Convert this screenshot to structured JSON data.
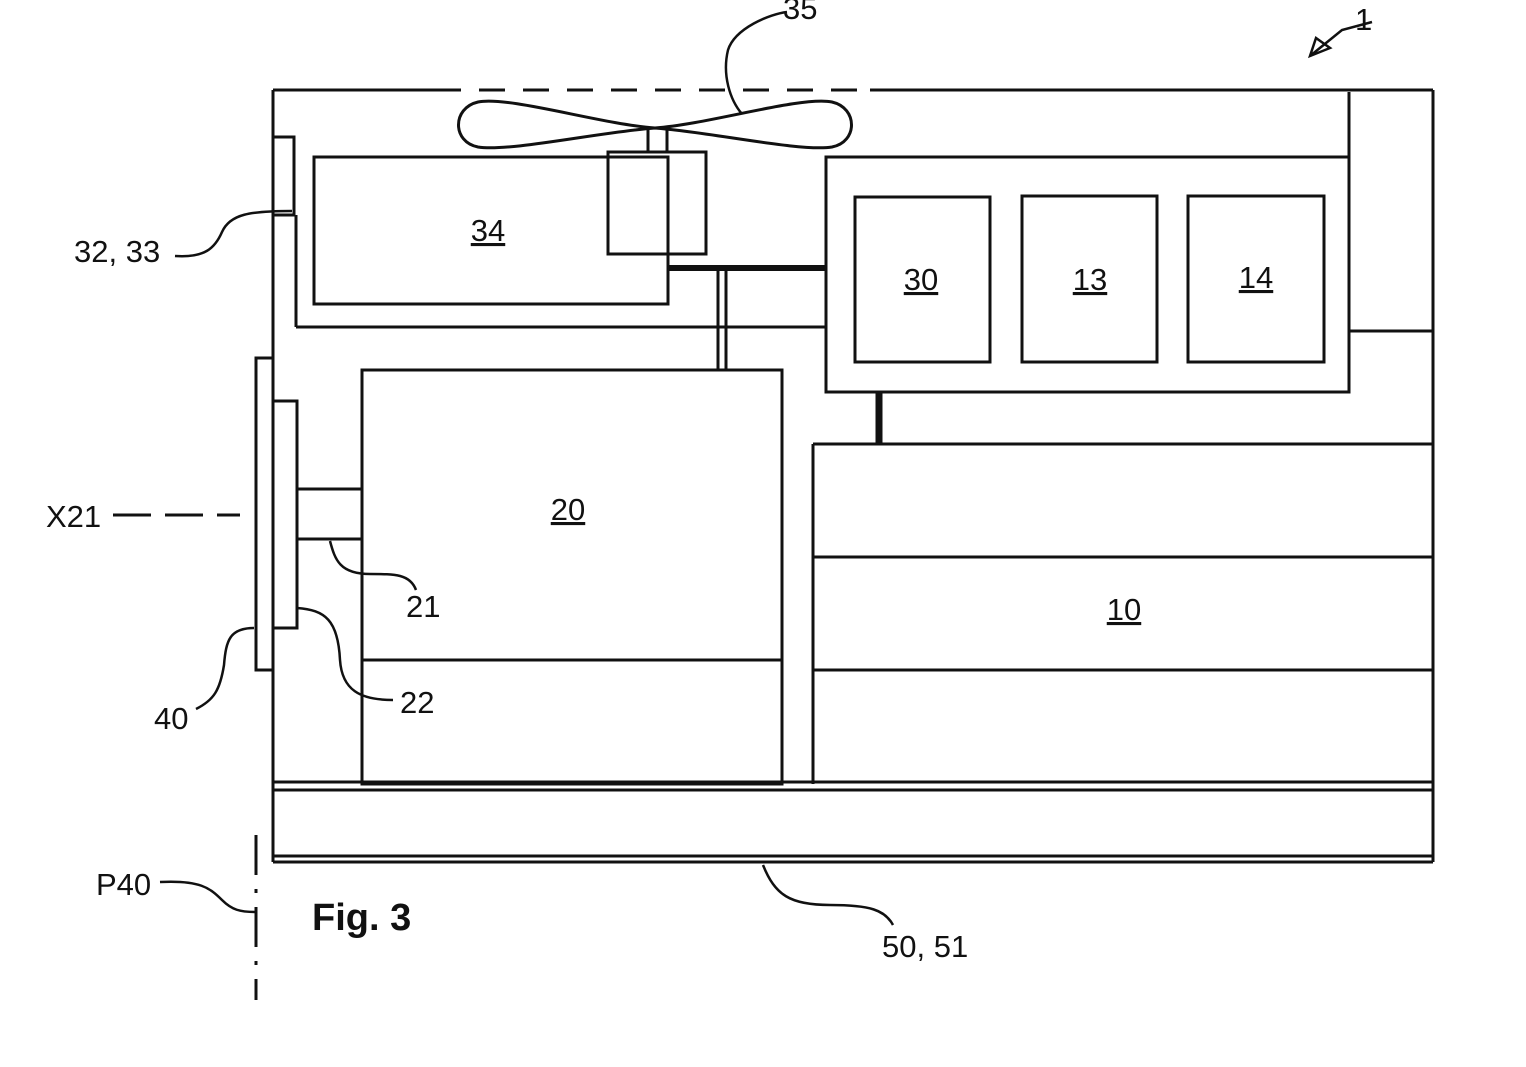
{
  "figure": {
    "caption": "Fig. 3",
    "colors": {
      "ink": "#111111",
      "background": "#ffffff"
    },
    "boxes": {
      "box_34": "34",
      "box_30": "30",
      "box_13": "13",
      "box_14": "14",
      "box_20": "20",
      "box_10": "10"
    },
    "reference_labels": {
      "ref_1": "1",
      "ref_35": "35",
      "ref_32_33": "32, 33",
      "ref_x21": "X21",
      "ref_21": "21",
      "ref_22": "22",
      "ref_40": "40",
      "ref_p40": "P40",
      "ref_50_51": "50, 51"
    }
  }
}
